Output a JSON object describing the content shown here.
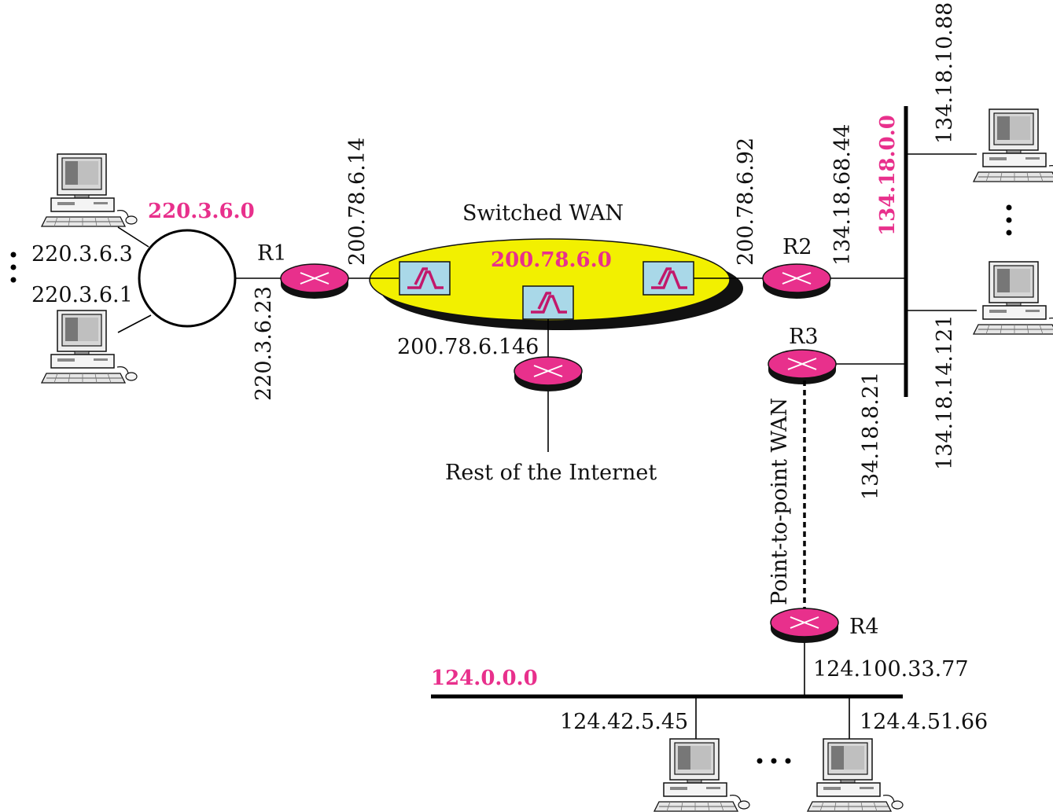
{
  "networks": {
    "lan_ring": "220.3.6.0",
    "switched_wan": "200.78.6.0",
    "lan_right": "134.18.0.0",
    "lan_bottom": "124.0.0.0"
  },
  "wan_names": {
    "switched": "Switched WAN",
    "point_to_point": "Point-to-point WAN"
  },
  "routers": {
    "r1": "R1",
    "r2": "R2",
    "r3": "R3",
    "r4": "R4"
  },
  "addresses": {
    "host_ring_top": "220.3.6.3",
    "host_ring_bottom": "220.3.6.1",
    "r1_lan": "220.3.6.23",
    "r1_wan": "200.78.6.14",
    "internet_router": "200.78.6.146",
    "r2_wan": "200.78.6.92",
    "r2_lan": "134.18.68.44",
    "host_right_top": "134.18.10.88",
    "host_right_bottom": "134.18.14.121",
    "r3_lan": "134.18.8.21",
    "r4_lan": "124.100.33.77",
    "host_bottom_left": "124.42.5.45",
    "host_bottom_right": "124.4.51.66"
  },
  "rest_of_internet": "Rest of the Internet",
  "colors": {
    "network_label": "#e8308c",
    "router_body": "#e8308c",
    "wan_fill": "#f2f000",
    "switch_fill": "#a9d8e8"
  }
}
